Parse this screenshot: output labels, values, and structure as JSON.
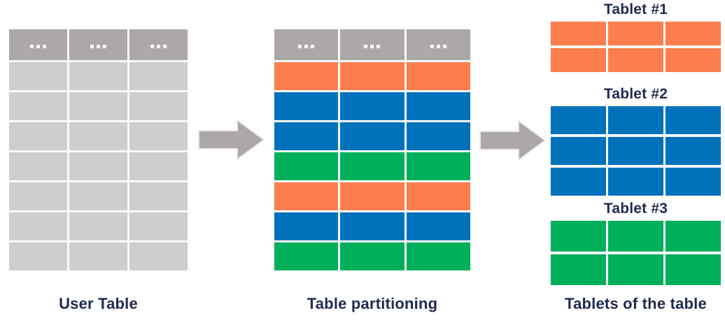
{
  "colors": {
    "orange": "#FC7E4E",
    "blue": "#0072BC",
    "green": "#00AF5A",
    "header_gray": "#ACA8A7",
    "row_gray": "#D0CECD",
    "arrow_gray": "#ACA8A7",
    "arrow_outline": "#ECEAE8",
    "navy": "#232A51"
  },
  "user_table": {
    "label": "User Table",
    "columns": 3,
    "header_dots": "...",
    "data_rows": 7
  },
  "partitioned_table": {
    "label": "Table partitioning",
    "columns": 3,
    "header_dots": "...",
    "row_colors": [
      "orange",
      "blue",
      "blue",
      "green",
      "orange",
      "blue",
      "green"
    ]
  },
  "tablets": {
    "caption": "Tablets of the table",
    "items": [
      {
        "title": "Tablet #1",
        "color": "orange",
        "rows": 2,
        "columns": 3
      },
      {
        "title": "Tablet #2",
        "color": "blue",
        "rows": 3,
        "columns": 3
      },
      {
        "title": "Tablet #3",
        "color": "green",
        "rows": 2,
        "columns": 3
      }
    ]
  }
}
